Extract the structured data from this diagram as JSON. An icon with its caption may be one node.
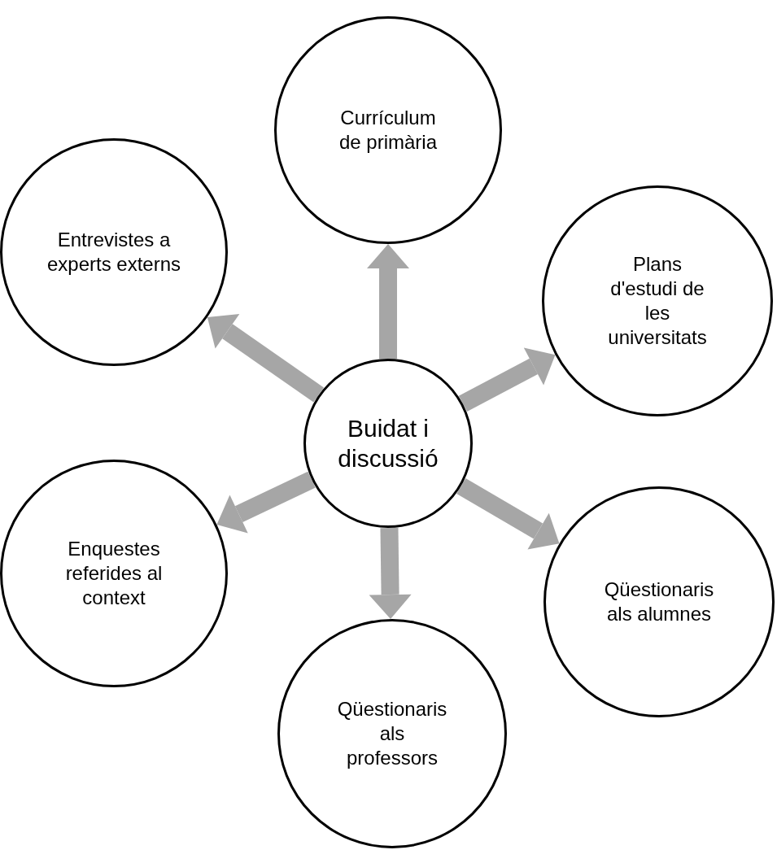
{
  "diagram": {
    "nodes": [
      {
        "text": [
          "Buidat i discussió"
        ]
      },
      {
        "text": [
          "Currículum de primària"
        ]
      },
      {
        "text": [
          "Plans d'estudi de les universitats"
        ]
      },
      {
        "text": [
          "Qüestionaris als alumnes"
        ]
      },
      {
        "text": [
          "Qüestionaris als professors"
        ]
      },
      {
        "text": [
          "Enquestes referides al context"
        ]
      },
      {
        "text": [
          "Entrevistes a experts externs"
        ]
      }
    ],
    "edges": [
      {
        "from": 0,
        "to": 1,
        "arrow": "to"
      },
      {
        "from": 0,
        "to": 2,
        "arrow": "to"
      },
      {
        "from": 0,
        "to": 3,
        "arrow": "to"
      },
      {
        "from": 0,
        "to": 4,
        "arrow": "to"
      },
      {
        "from": 0,
        "to": 5,
        "arrow": "to"
      },
      {
        "from": 0,
        "to": 6,
        "arrow": "to"
      }
    ]
  }
}
